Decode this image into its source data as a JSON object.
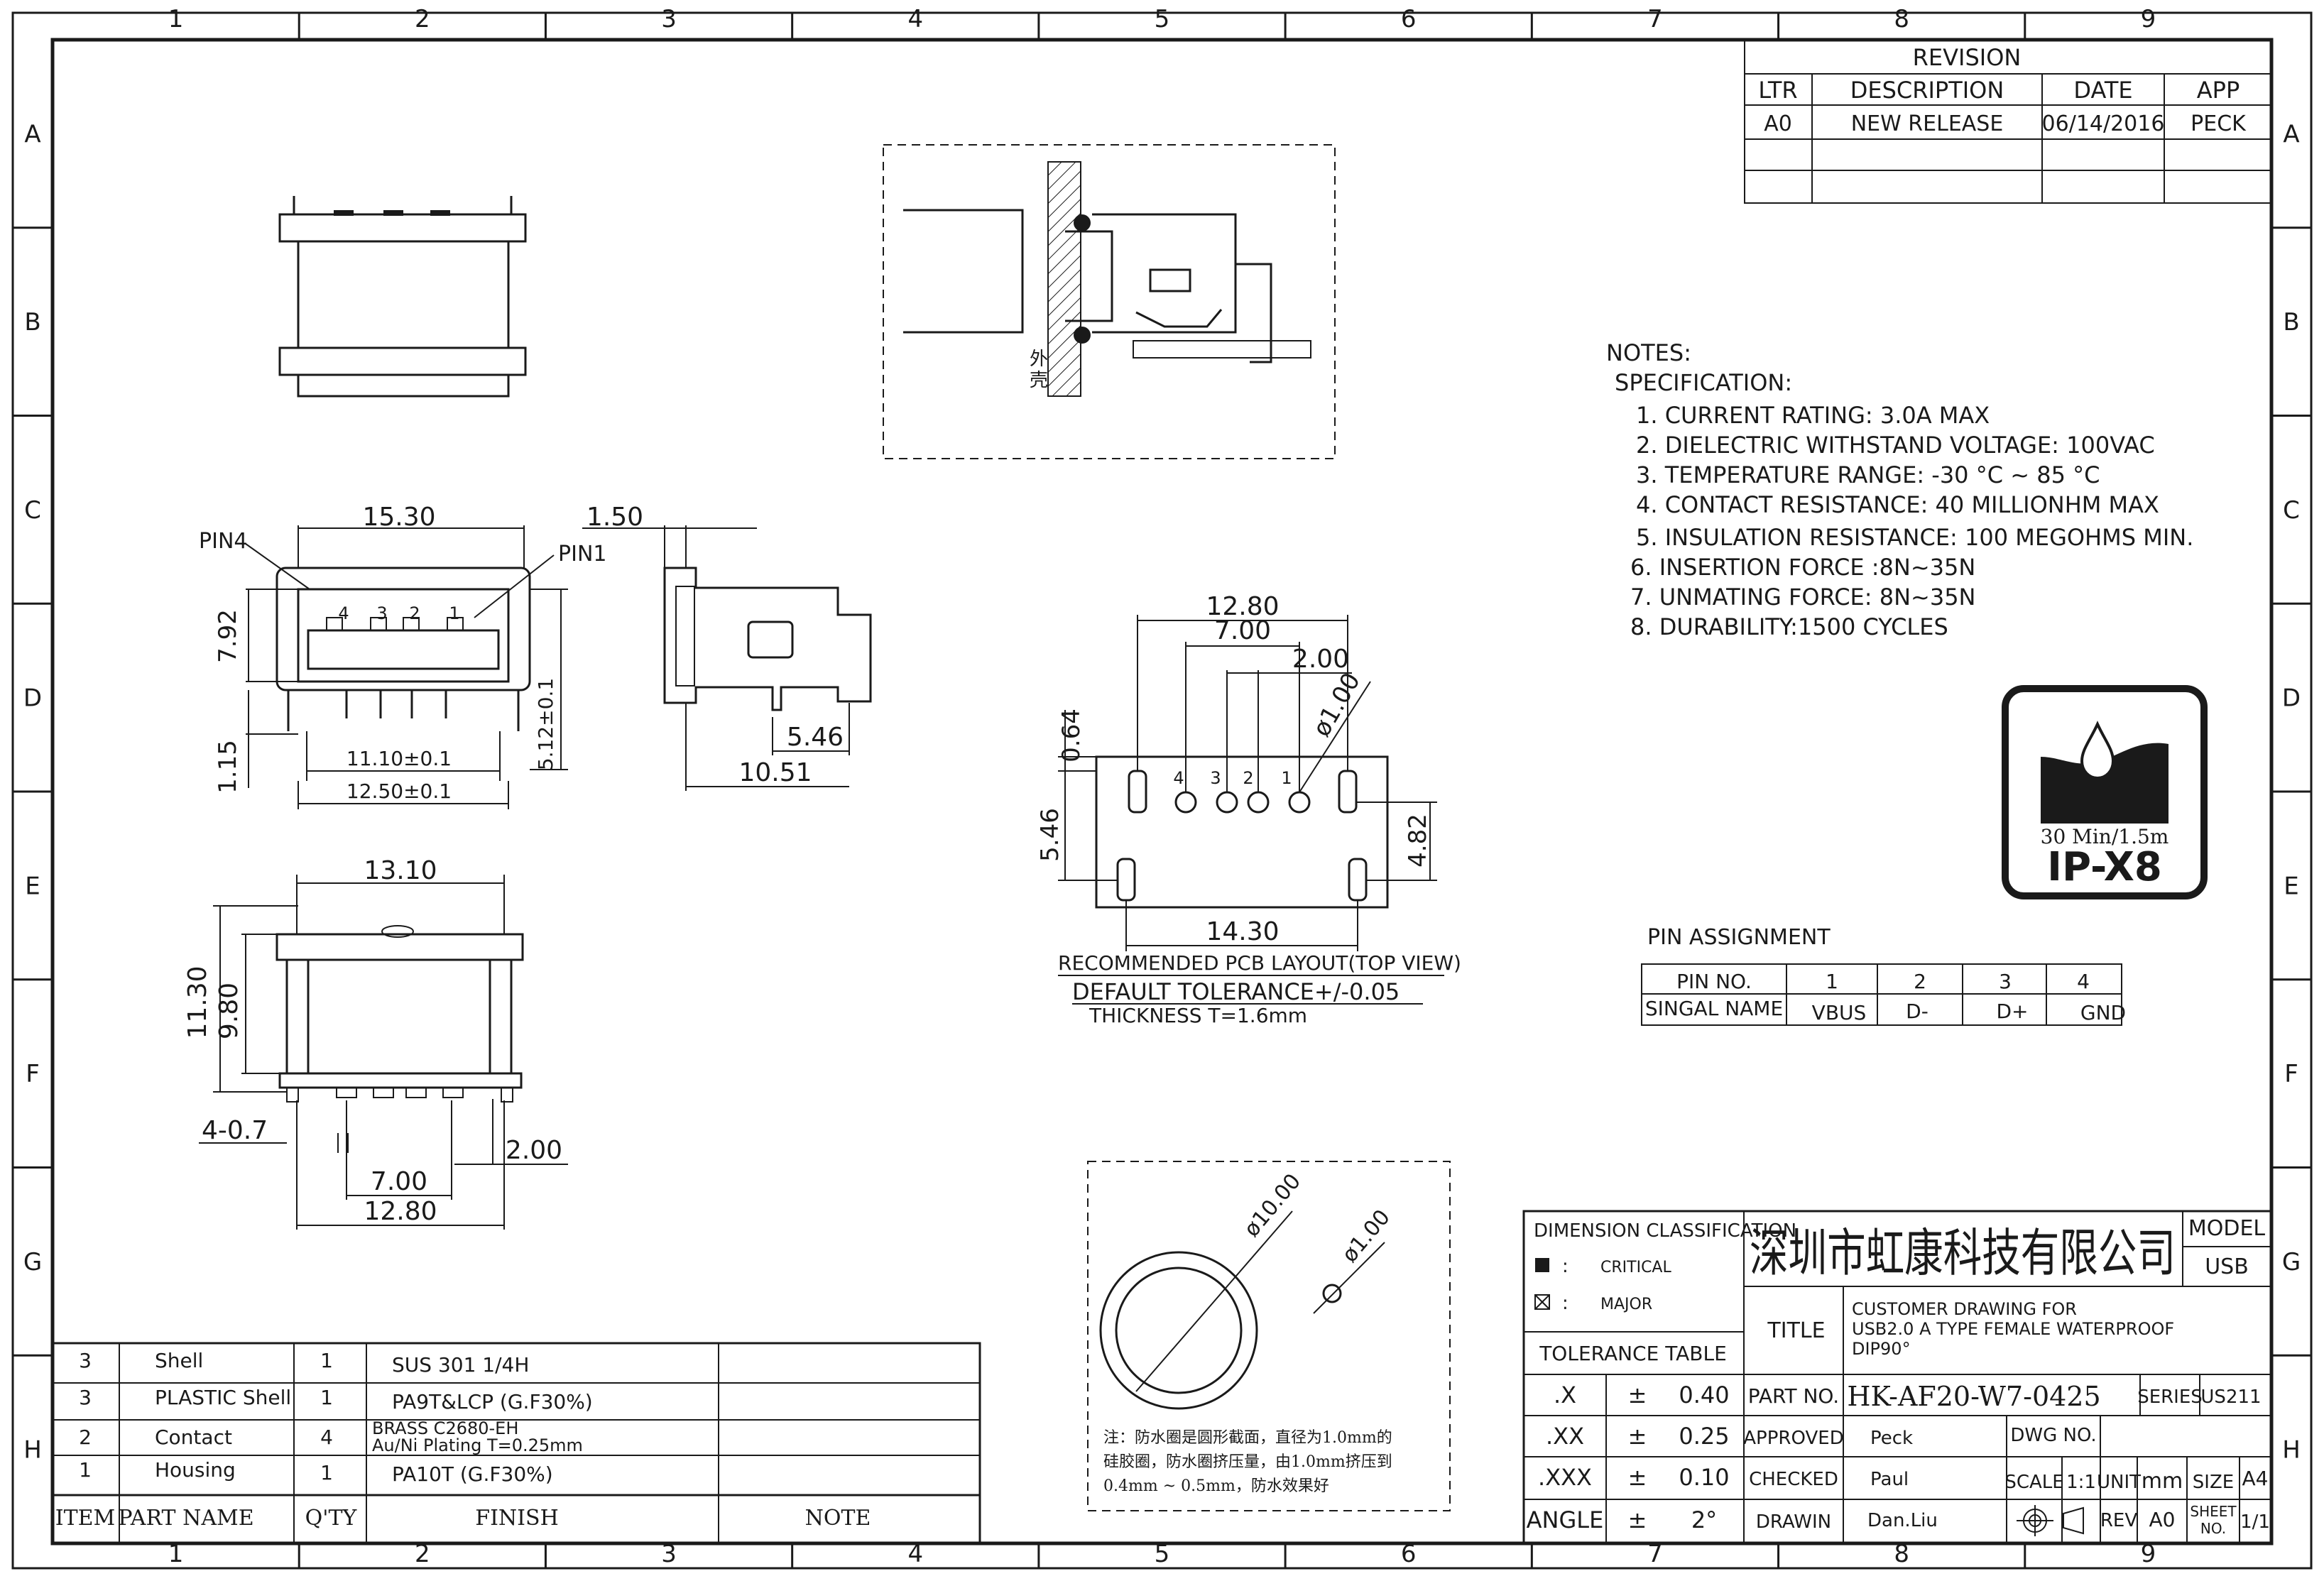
{
  "frame": {
    "col_labels": [
      "1",
      "2",
      "3",
      "4",
      "5",
      "6",
      "7",
      "8",
      "9"
    ],
    "row_labels": [
      "A",
      "B",
      "C",
      "D",
      "E",
      "F",
      "G",
      "H"
    ]
  },
  "revision": {
    "title": "REVISION",
    "headers": [
      "LTR",
      "DESCRIPTION",
      "DATE",
      "APP"
    ],
    "rows": [
      [
        "A0",
        "NEW RELEASE",
        "06/14/2016",
        "PECK"
      ],
      [
        "",
        "",
        "",
        ""
      ],
      [
        "",
        "",
        "",
        ""
      ]
    ]
  },
  "notes": {
    "title": "NOTES:",
    "subtitle": "SPECIFICATION:",
    "items": [
      "1. CURRENT RATING: 3.0A MAX",
      "2. DIELECTRIC WITHSTAND VOLTAGE: 100VAC",
      "3. TEMPERATURE RANGE: -30 °C ~ 85 °C",
      "4. CONTACT RESISTANCE: 40 MILLIONHM MAX",
      "5. INSULATION RESISTANCE: 100 MEGOHMS MIN.",
      "6. INSERTION FORCE :8N~35N",
      "7. UNMATING FORCE: 8N~35N",
      "8. DURABILITY:1500 CYCLES"
    ]
  },
  "ip_badge": {
    "depth": "30 Min/1.5m",
    "rating": "IP-X8"
  },
  "pin_assignment": {
    "title": "PIN ASSIGNMENT",
    "header": [
      "PIN NO.",
      "1",
      "2",
      "3",
      "4"
    ],
    "row": [
      "SINGAL NAME",
      "VBUS",
      "D-",
      "D+",
      "GND"
    ]
  },
  "section_view": {
    "shell_label": "外壳"
  },
  "front_view": {
    "dims": {
      "width": "15.30",
      "height": "7.92",
      "bottom": "1.15",
      "pitch1": "11.10±0.1",
      "pitch2": "12.50±0.1",
      "depth": "5.12±0.1"
    },
    "labels": {
      "pin4": "PIN4",
      "pin1": "PIN1",
      "pins": [
        "4",
        "3",
        "2",
        "1"
      ]
    }
  },
  "side_view": {
    "dims": {
      "top": "1.50",
      "d1": "5.46",
      "d2": "10.51"
    }
  },
  "bottom_view": {
    "dims": {
      "width": "13.10",
      "h1": "11.30",
      "h2": "9.80",
      "tail": "4-0.7",
      "p1": "2.00",
      "p2": "7.00",
      "p3": "12.80"
    }
  },
  "pcb_layout": {
    "dims": {
      "w1": "12.80",
      "w2": "7.00",
      "w3": "2.00",
      "dia": "ø1.00",
      "h1": "0.64",
      "h2": "5.46",
      "h3": "4.82",
      "w4": "14.30"
    },
    "pins": [
      "4",
      "3",
      "2",
      "1"
    ],
    "caption1": "RECOMMENDED PCB LAYOUT(TOP VIEW)",
    "caption2": "DEFAULT TOLERANCE+/-0.05",
    "caption3": "THICKNESS T=1.6mm"
  },
  "oring": {
    "dia_outer": "ø10.00",
    "dia_wire": "ø1.00",
    "note_lines": [
      "注：防水圈是圆形截面，直径为1.0mm的",
      "硅胶圈，防水圈挤压量，由1.0mm挤压到",
      "0.4mm ~ 0.5mm，防水效果好"
    ]
  },
  "bom": {
    "headers": [
      "ITEM",
      "PART NAME",
      "Q'TY",
      "FINISH",
      "NOTE"
    ],
    "rows": [
      {
        "item": "3",
        "name": "Shell",
        "qty": "1",
        "finish": "SUS 301 1/4H",
        "note": ""
      },
      {
        "item": "3",
        "name": "PLASTIC Shell",
        "qty": "1",
        "finish": "PA9T&LCP (G.F30%)",
        "note": ""
      },
      {
        "item": "2",
        "name": "Contact",
        "qty": "4",
        "finish": "BRASS C2680-EH",
        "finish2": "Au/Ni  Plating  T=0.25mm",
        "note": ""
      },
      {
        "item": "1",
        "name": "Housing",
        "qty": "1",
        "finish": "PA10T (G.F30%)",
        "note": ""
      }
    ]
  },
  "title_block": {
    "dim_class": "DIMENSION CLASSIFICATION",
    "critical": "CRITICAL",
    "major": "MAJOR",
    "tol_table": "TOLERANCE TABLE",
    "tolerances": [
      {
        "k": ".X",
        "pm": "±",
        "v": "0.40"
      },
      {
        "k": ".XX",
        "pm": "±",
        "v": "0.25"
      },
      {
        "k": ".XXX",
        "pm": "±",
        "v": "0.10"
      },
      {
        "k": "ANGLE",
        "pm": "±",
        "v": "2°"
      }
    ],
    "company": "深圳市虹康科技有限公司",
    "model_label": "MODEL",
    "model_value": "USB",
    "title_label": "TITLE",
    "title_lines": [
      "CUSTOMER DRAWING FOR",
      "USB2.0 A TYPE FEMALE WATERPROOF",
      "DIP90°"
    ],
    "part_no_label": "PART NO.",
    "part_no": "HK-AF20-W7-0425",
    "series_label": "SERIES",
    "series": "US211",
    "approved_label": "APPROVED",
    "approved": "Peck",
    "dwg_no_label": "DWG NO.",
    "checked_label": "CHECKED",
    "checked": "Paul",
    "scale_label": "SCALE",
    "scale": "1:1",
    "unit_label": "UNIT",
    "unit": "mm",
    "size_label": "SIZE",
    "size": "A4",
    "drawn_label": "DRAWIN",
    "drawn": "Dan.Liu",
    "rev_label": "REV",
    "rev": "A0",
    "sheet_label1": "SHEET",
    "sheet_label2": "NO.",
    "sheet": "1/1"
  }
}
